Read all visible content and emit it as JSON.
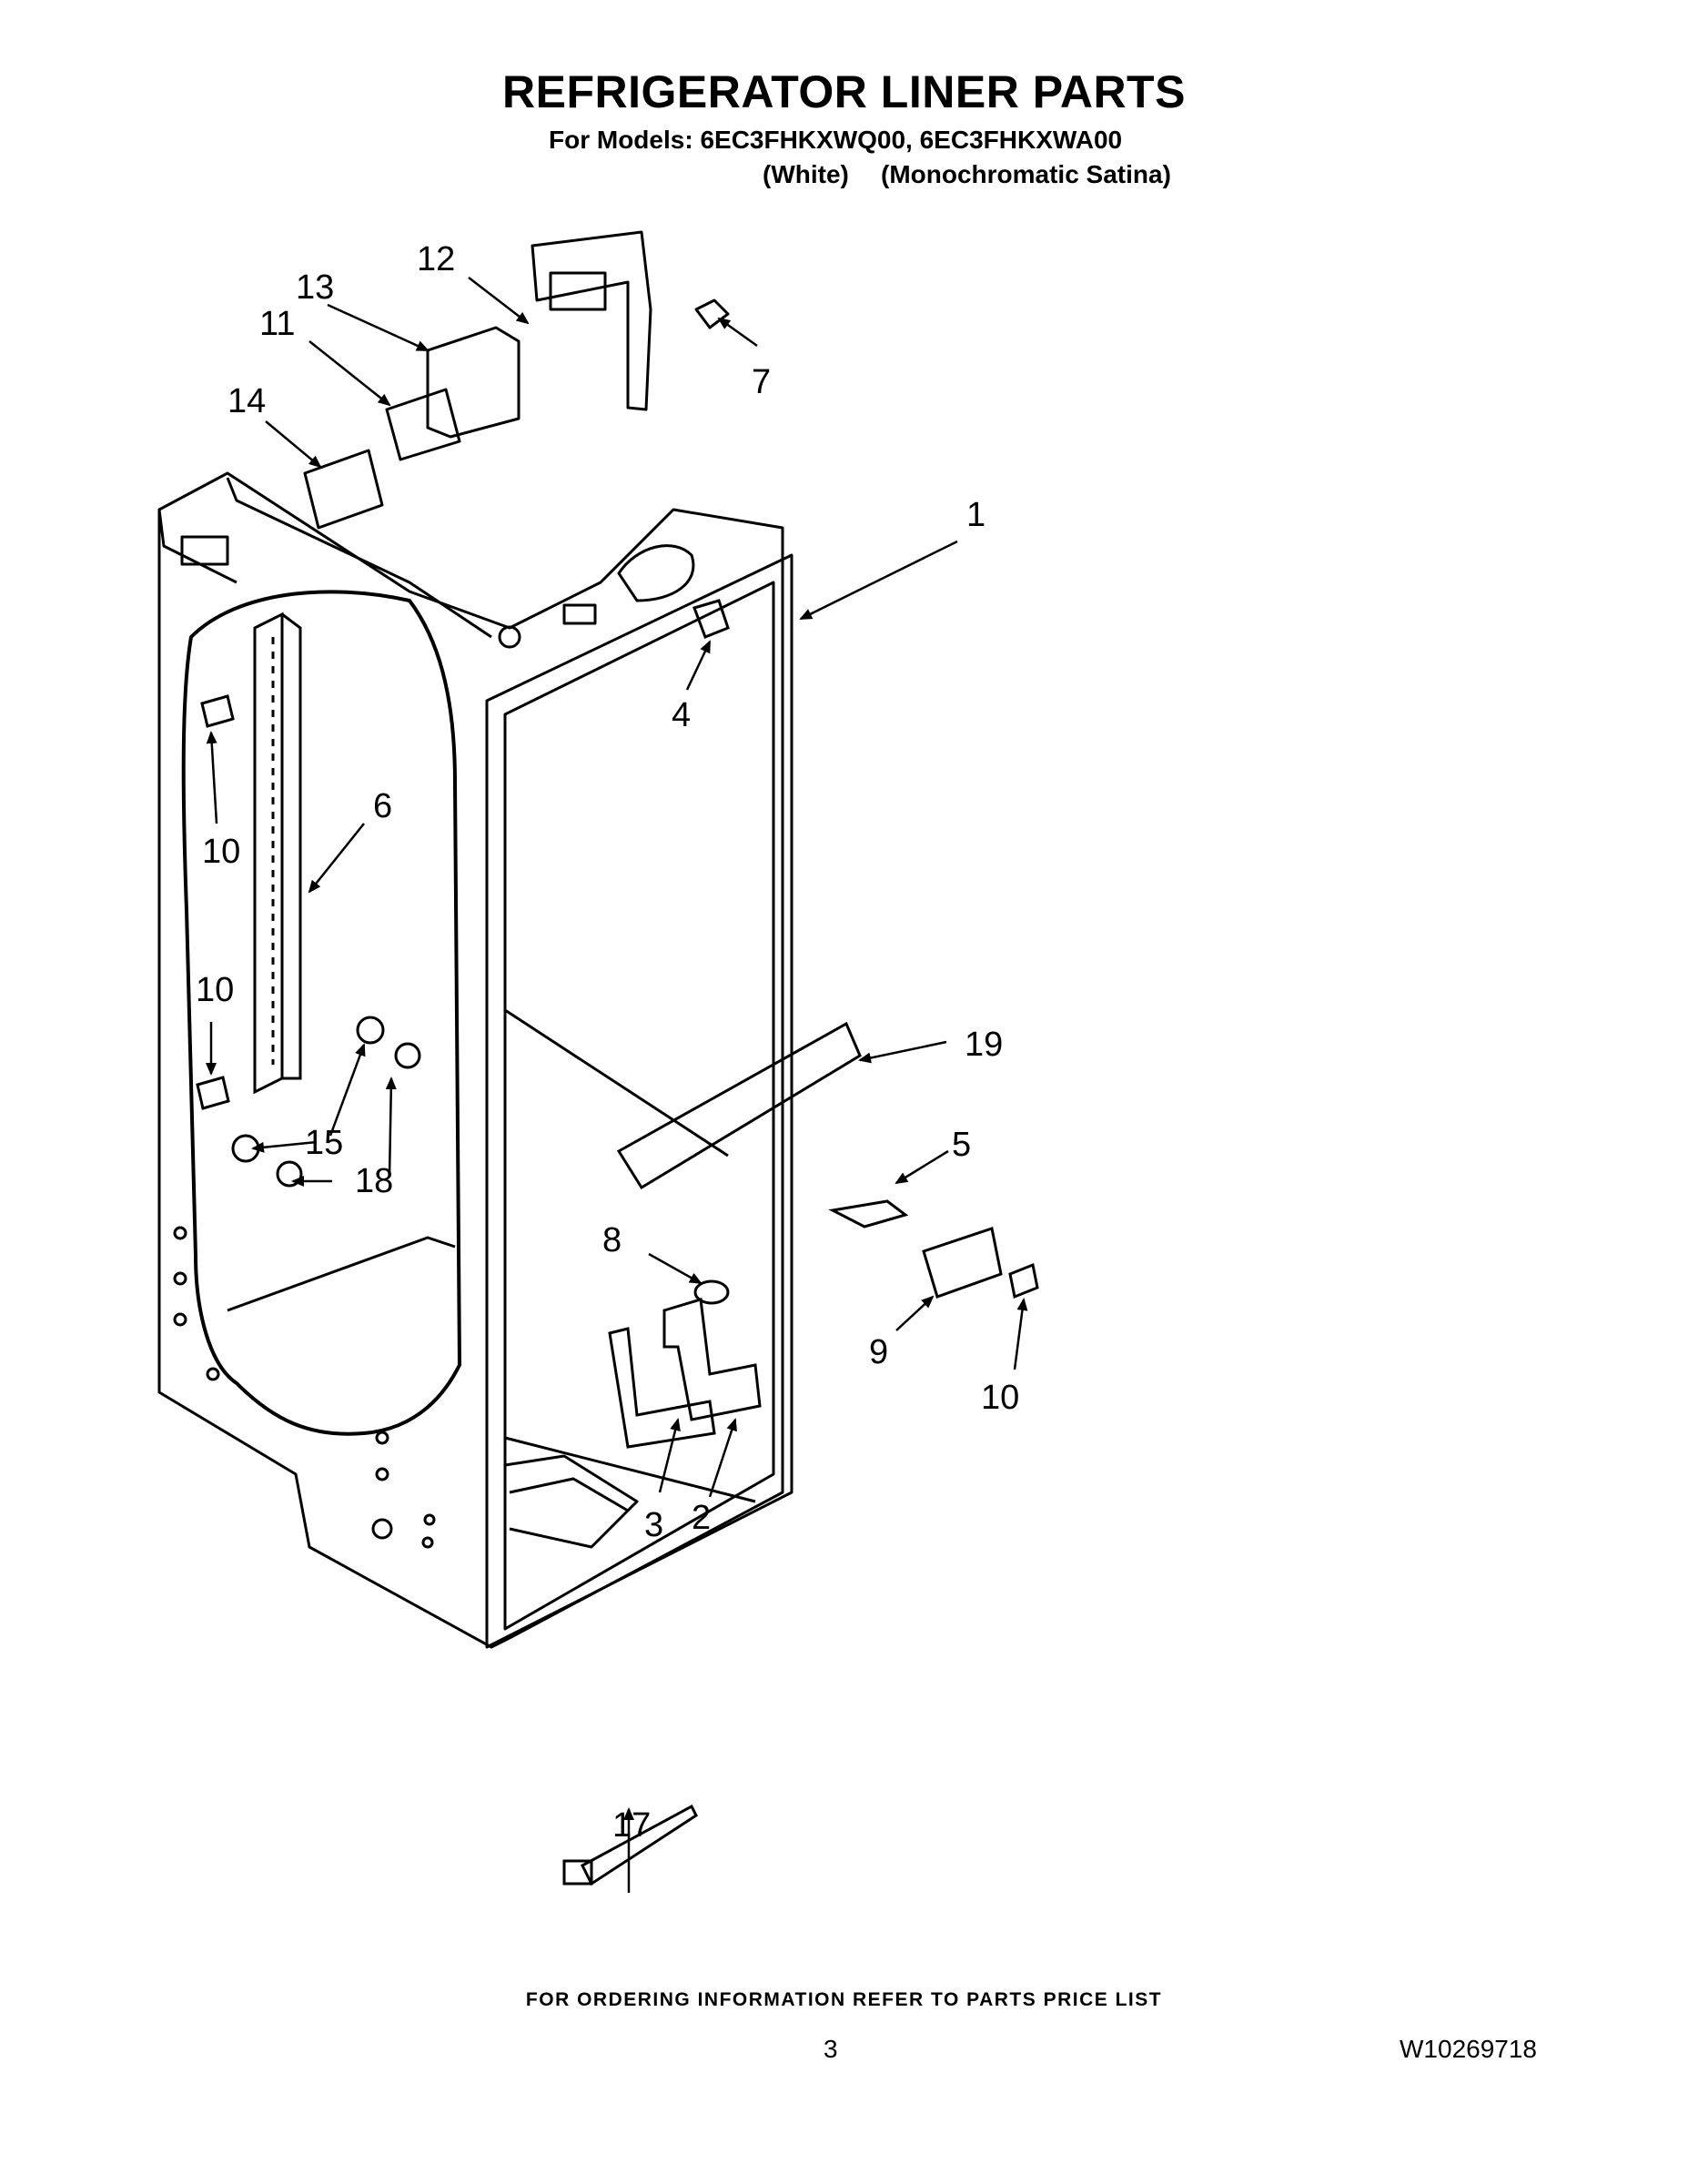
{
  "title": "REFRIGERATOR LINER PARTS",
  "models_line": "For Models: 6EC3FHKXWQ00, 6EC3FHKXWA00",
  "variants": [
    "(White)",
    "(Monochromatic Satina)"
  ],
  "callouts": [
    "1",
    "2",
    "3",
    "4",
    "5",
    "6",
    "7",
    "8",
    "9",
    "10",
    "10",
    "10",
    "11",
    "12",
    "13",
    "14",
    "15",
    "17",
    "18",
    "19"
  ],
  "footer": {
    "ordering_note": "FOR ORDERING INFORMATION REFER TO PARTS PRICE LIST",
    "page_number": "3",
    "document_number": "W10269718"
  }
}
